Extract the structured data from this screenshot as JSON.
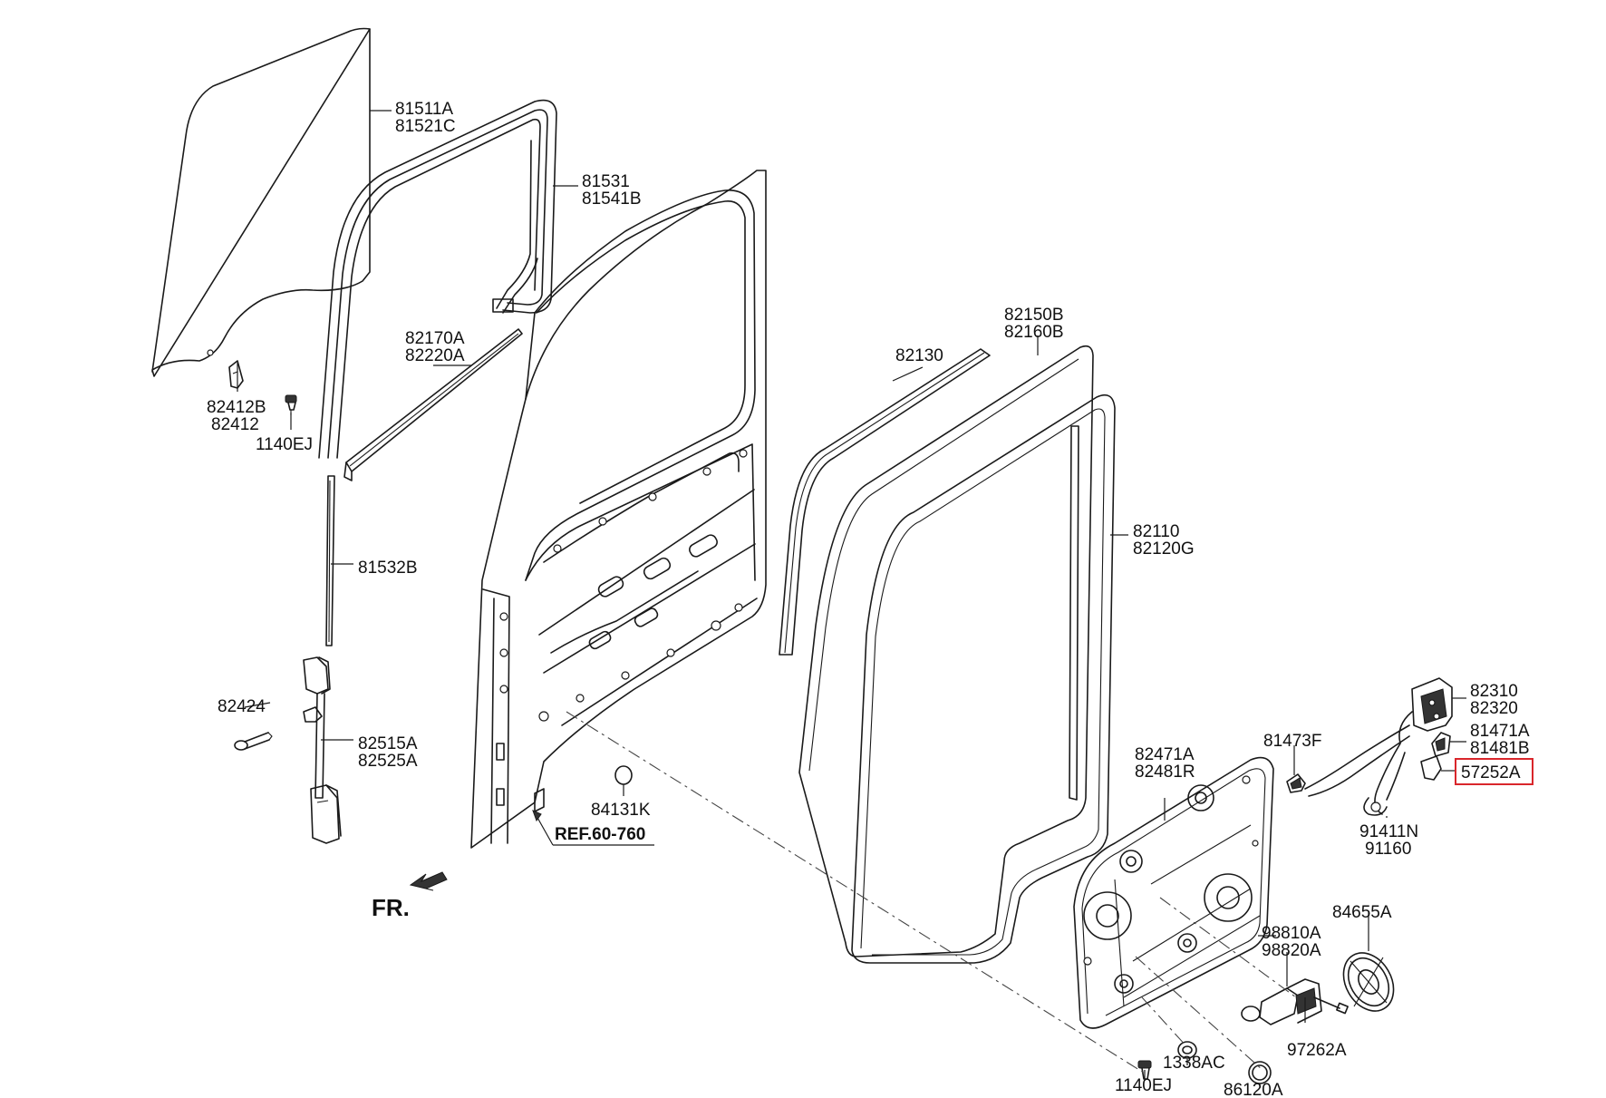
{
  "callouts": {
    "c81511a": "81511A",
    "c81521c": "81521C",
    "c81531": "81531",
    "c81541b": "81541B",
    "c82170a": "82170A",
    "c82220a": "82220A",
    "c82412b": "82412B",
    "c82412": "82412",
    "c1140ej_top": "1140EJ",
    "c81532b": "81532B",
    "c82424": "82424",
    "c82515a": "82515A",
    "c82525a": "82525A",
    "c84131k": "84131K",
    "ref": "REF.60-760",
    "c82130": "82130",
    "c82150b": "82150B",
    "c82160b": "82160B",
    "c82110": "82110",
    "c82120g": "82120G",
    "c82310": "82310",
    "c82320": "82320",
    "c81471a": "81471A",
    "c81481b": "81481B",
    "c81473f": "81473F",
    "c57252a": "57252A",
    "c82471a": "82471A",
    "c82481r": "82481R",
    "c91411n": "91411N",
    "c91160": "91160",
    "c84655a": "84655A",
    "c98810a": "98810A",
    "c98820a": "98820A",
    "c97262a": "97262A",
    "c1338ac": "1338AC",
    "c1140ej_bottom": "1140EJ",
    "c86120a": "86120A"
  },
  "direction_label": "FR.",
  "colors": {
    "line": "#1a1a1a",
    "highlight": "#d9262b",
    "background": "#ffffff"
  }
}
